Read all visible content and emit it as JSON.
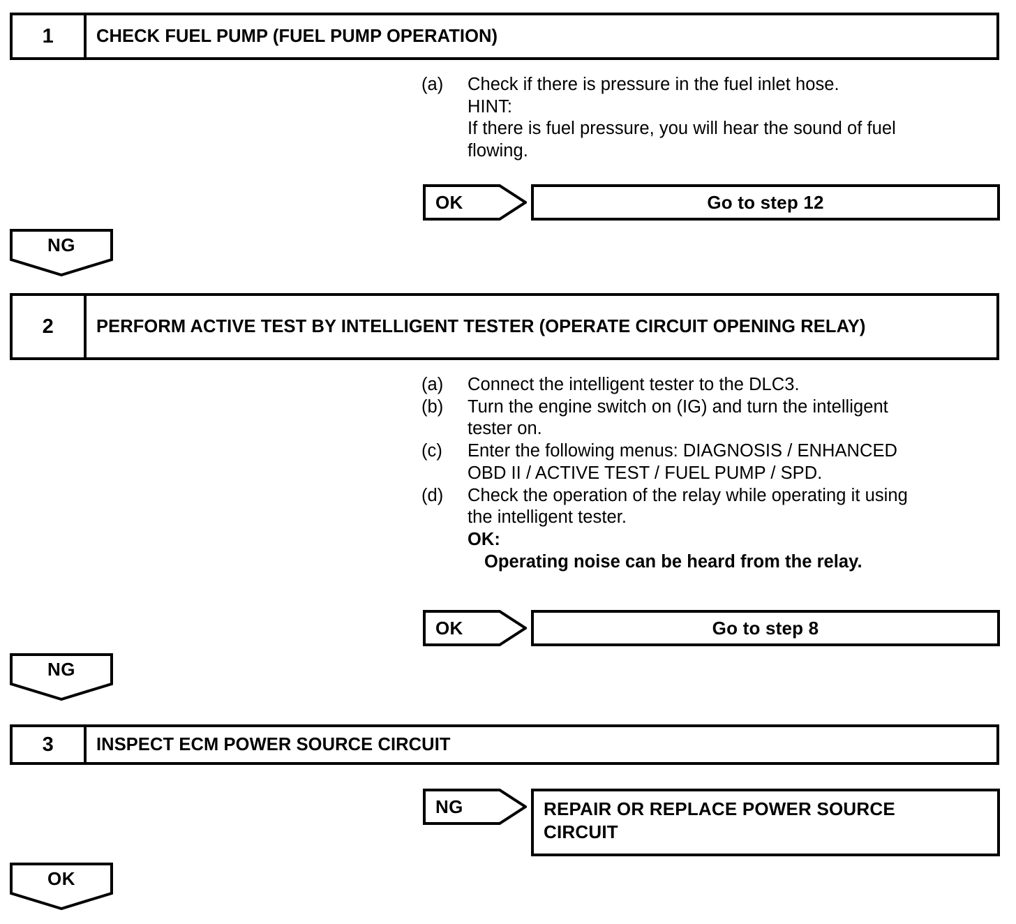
{
  "document": {
    "type": "diagnostic-troubleshooting-flowchart"
  },
  "steps": [
    {
      "number": "1",
      "title": "CHECK FUEL PUMP (FUEL PUMP OPERATION)",
      "items": [
        {
          "marker": "(a)",
          "lines": [
            "Check if there is pressure in the fuel inlet hose.",
            "HINT:",
            "If there is fuel pressure, you will hear the sound of fuel",
            "flowing."
          ]
        }
      ],
      "branch": {
        "label": "OK",
        "result": "Go to step 12"
      },
      "exit": {
        "label": "NG"
      }
    },
    {
      "number": "2",
      "title": "PERFORM ACTIVE TEST BY INTELLIGENT TESTER (OPERATE CIRCUIT OPENING RELAY)",
      "items": [
        {
          "marker": "(a)",
          "lines": [
            "Connect the intelligent tester to the DLC3."
          ]
        },
        {
          "marker": "(b)",
          "lines": [
            "Turn the engine switch on (IG) and turn the intelligent",
            "tester on."
          ]
        },
        {
          "marker": "(c)",
          "lines": [
            "Enter the following menus: DIAGNOSIS / ENHANCED",
            "OBD II / ACTIVE TEST / FUEL PUMP / SPD."
          ]
        },
        {
          "marker": "(d)",
          "lines": [
            "Check the operation of the relay while operating it using",
            "the intelligent tester."
          ],
          "ok_label": "OK:",
          "ok_value": "Operating noise can be heard from the relay."
        }
      ],
      "branch": {
        "label": "OK",
        "result": "Go to step 8"
      },
      "exit": {
        "label": "NG"
      }
    },
    {
      "number": "3",
      "title": "INSPECT ECM POWER SOURCE CIRCUIT",
      "items": [],
      "branch": {
        "label": "NG",
        "result_lines": [
          "REPAIR OR REPLACE POWER SOURCE",
          "CIRCUIT"
        ]
      },
      "exit": {
        "label": "OK"
      }
    }
  ],
  "colors": {
    "stroke": "#000000",
    "background": "#ffffff"
  }
}
